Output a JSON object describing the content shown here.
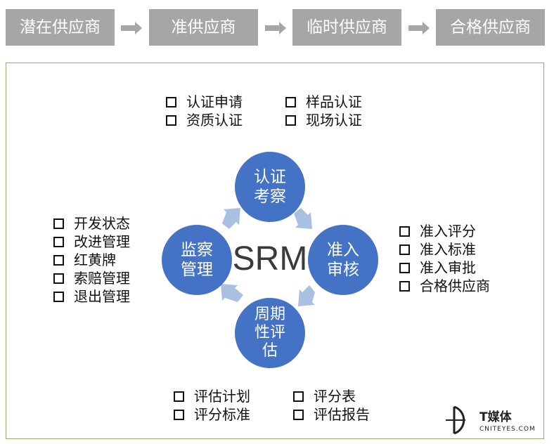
{
  "stages": [
    "潜在供应商",
    "准供应商",
    "临时供应商",
    "合格供应商"
  ],
  "center_label": "SRM",
  "nodes": {
    "top": "认证\n考察",
    "right": "准入\n审核",
    "bottom": "周期\n性评\n估",
    "left": "监察\n管理"
  },
  "top_list_left": [
    "认证申请",
    "资质认证"
  ],
  "top_list_right": [
    "样品认证",
    "现场认证"
  ],
  "left_list": [
    "开发状态",
    "改进管理",
    "红黄牌",
    "索赔管理",
    "退出管理"
  ],
  "right_list": [
    "准入评分",
    "准入标准",
    "准入审批",
    "合格供应商"
  ],
  "bottom_list_left": [
    "评估计划",
    "评分标准"
  ],
  "bottom_list_right": [
    "评分表",
    "评估报告"
  ],
  "watermark": {
    "brand": "T媒体",
    "domain": "CNITEYES.COM"
  },
  "colors": {
    "stage_bg": "#a6a6a6",
    "node": "#4472c4",
    "cycle_arrow": "#a9c0e3",
    "frame_border": "#8db26a"
  }
}
